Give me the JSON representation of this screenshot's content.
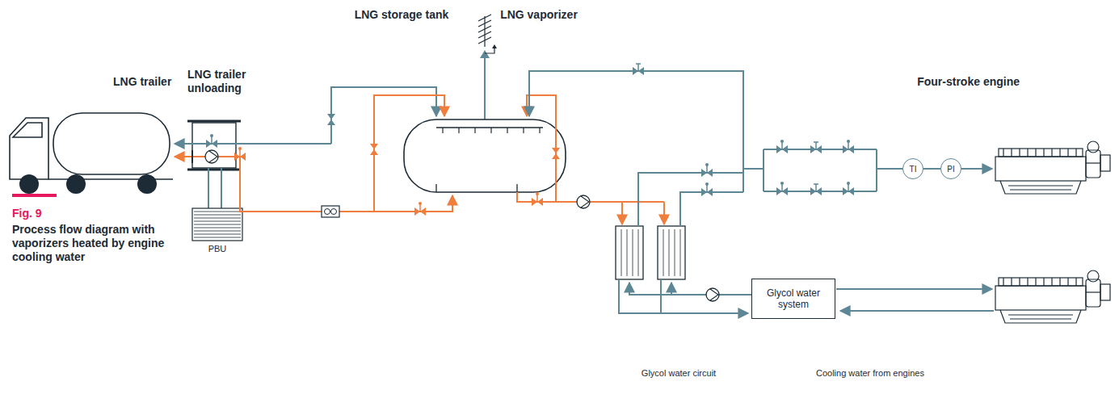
{
  "diagram": {
    "caption": "Process flow diagram with vaporizers heated by engine cooling water",
    "nodes": [
      {
        "text": [
          "Glycol water system"
        ]
      },
      {
        "text": [
          "TI"
        ]
      },
      {
        "text": [
          "PI"
        ]
      }
    ],
    "edges": [
      {
        "from": 1,
        "to": 2,
        "arrow": "none"
      }
    ],
    "labels": [
      "LNG trailer",
      "LNG trailer unloading",
      "LNG storage tank",
      "LNG vaporizer",
      "Four-stroke engine",
      "PBU",
      "Fig. 9",
      "Glycol water circuit",
      "Cooling water from engines"
    ]
  }
}
